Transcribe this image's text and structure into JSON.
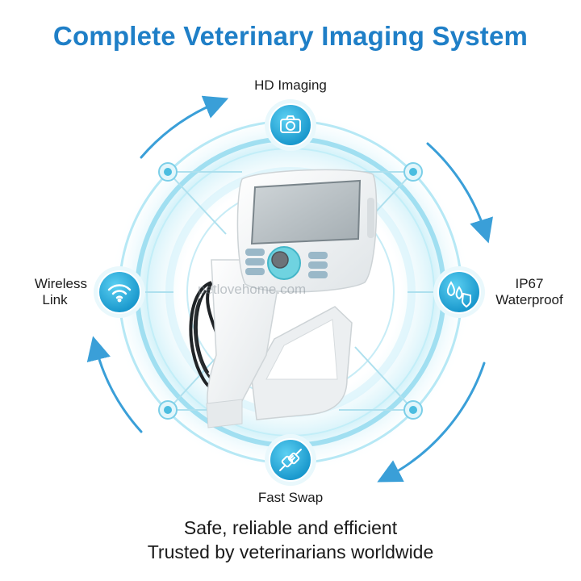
{
  "title": "Complete Veterinary Imaging System",
  "features": {
    "top": {
      "label": "HD Imaging",
      "icon": "camera-icon"
    },
    "right": {
      "line1": "IP67",
      "line2": "Waterproof",
      "icon": "water-drops-shield-icon"
    },
    "bottom": {
      "label": "Fast Swap",
      "icon": "plug-swap-icon"
    },
    "left": {
      "line1": "Wireless",
      "line2": "Link",
      "icon": "wifi-icon"
    }
  },
  "watermark": "petlovehome.com",
  "tagline": {
    "line1": "Safe, reliable and efficient",
    "line2": "Trusted by veterinarians worldwide"
  },
  "colors": {
    "title": "#1f7fc7",
    "ring_outer": "#9fdff0",
    "ring_inner": "#4fc0e0",
    "badge": "#1aa6d8",
    "arrow": "#3a9fd8",
    "device_body": "#f4f6f7",
    "screen": "#b9c0c4"
  }
}
